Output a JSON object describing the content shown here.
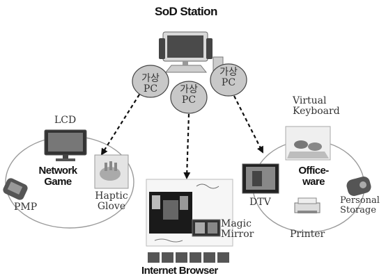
{
  "station": {
    "title": "SoD Station"
  },
  "virtual_pc": [
    {
      "line1": "가상",
      "line2": "PC"
    },
    {
      "line1": "가상",
      "line2": "PC"
    },
    {
      "line1": "가상",
      "line2": "PC"
    }
  ],
  "clusters": {
    "network_game": {
      "center_line1": "Network",
      "center_line2": "Game",
      "devices": {
        "lcd": "LCD",
        "pmp": "PMP",
        "haptic_line1": "Haptic",
        "haptic_line2": "Glove"
      }
    },
    "internet_browser": {
      "title": "Internet Browser",
      "devices": {
        "mirror_line1": "Magic",
        "mirror_line2": "Mirror"
      }
    },
    "officeware": {
      "center_line1": "Office-",
      "center_line2": "ware",
      "devices": {
        "keyboard_line1": "Virtual",
        "keyboard_line2": "Keyboard",
        "dtv": "DTV",
        "storage_line1": "Personal",
        "storage_line2": "Storage",
        "printer": "Printer"
      }
    }
  }
}
